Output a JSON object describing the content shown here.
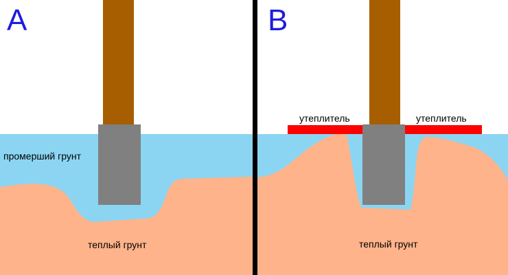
{
  "diagram": {
    "panel_a": {
      "letter": "A",
      "frozen_label": "промерший грунт",
      "warm_label": "теплый грунт"
    },
    "panel_b": {
      "letter": "B",
      "insulation_label_left": "утеплитель",
      "insulation_label_right": "утеплитель",
      "warm_label": "теплый грунт"
    }
  },
  "colors": {
    "background": "#FFFFFF",
    "letter": "#1D1DDC",
    "post": "#A65E00",
    "foundation": "#808080",
    "frozen_soil": "#8BD5F2",
    "warm_soil": "#FFB38A",
    "insulation": "#FF0000",
    "divider": "#000000",
    "label": "#000000"
  }
}
